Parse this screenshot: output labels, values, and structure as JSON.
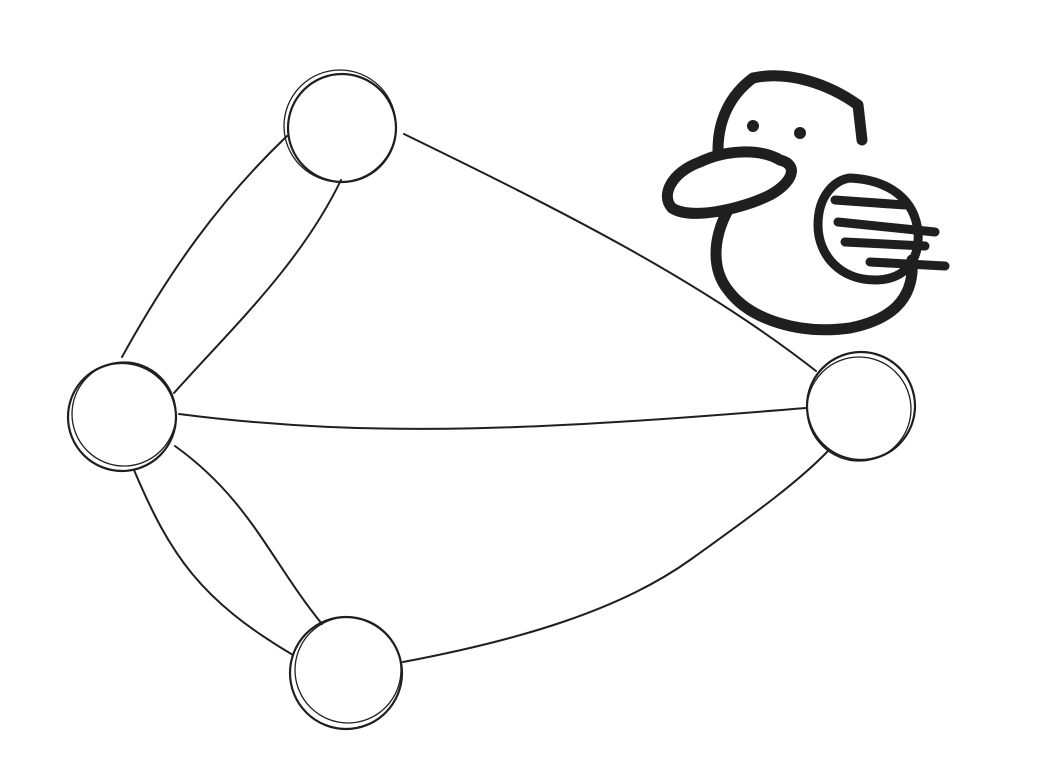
{
  "diagram": {
    "kind": "undirected-graph",
    "stroke_color": "#1f1f1f",
    "background_color": "#ffffff",
    "nodes": [
      {
        "id": "top",
        "label": ""
      },
      {
        "id": "left",
        "label": ""
      },
      {
        "id": "right",
        "label": ""
      },
      {
        "id": "bottom",
        "label": ""
      }
    ],
    "edges": [
      {
        "from": "top",
        "to": "left",
        "count": 2
      },
      {
        "from": "top",
        "to": "right",
        "count": 1
      },
      {
        "from": "left",
        "to": "right",
        "count": 1
      },
      {
        "from": "left",
        "to": "bottom",
        "count": 2
      },
      {
        "from": "bottom",
        "to": "right",
        "count": 1
      }
    ],
    "decoration": {
      "icon": "duck-icon",
      "style": "hand-drawn sketch"
    }
  }
}
